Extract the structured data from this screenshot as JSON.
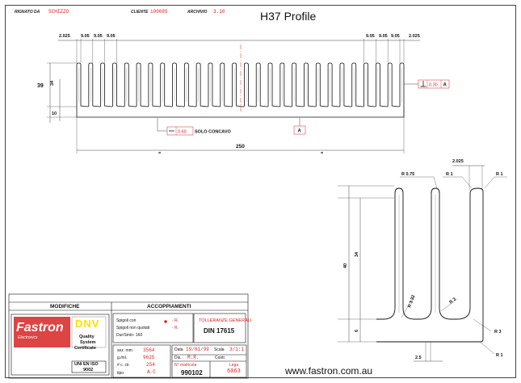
{
  "header": {
    "rignato_label": "RIGNATO DA",
    "rignato_value": "SCHIZZO",
    "cliente_label": "CLIENTE",
    "cliente_value": "100085",
    "archivio_label": "ARCHIVIO",
    "archivio_value": "3.10"
  },
  "title": "H37 Profile",
  "main_view": {
    "dims_left": [
      "2.025",
      "9.05",
      "9.05",
      "9.05"
    ],
    "dims_right": [
      "9.05",
      "9.05",
      "9.05",
      "2.025"
    ],
    "height_39": "39",
    "height_34": "34",
    "base_10": "10",
    "width_250": "250",
    "equal_sign": "=",
    "flatness_value": "0.60",
    "flatness_note": "SOLO CONCAVO",
    "datum": "A",
    "perp_value": "0.30",
    "perp_datum": "A"
  },
  "detail_view": {
    "top_dim": "2.025",
    "r_075": "R 0.75",
    "r1_a": "R 1",
    "r1_b": "R 1",
    "height_40": "40",
    "height_34": "34",
    "r_332": "R 3.32",
    "r_3_inner": "R 3",
    "r_3_outer": "R 3",
    "base_6": "6",
    "bottom_25": "2.5",
    "r1_bottom": "R 1"
  },
  "title_block": {
    "modifiche": "MODIFICHE",
    "accoppiamenti": "ACCOPPIAMENTI",
    "brand": "Fastron",
    "brand_sub": "Electronics",
    "dnv": "DNV",
    "quality": "Quality",
    "system": "System",
    "certificate": "Certificate",
    "uni_en_iso": "UNI EN ISO",
    "iso_number": "9002",
    "spigoli_con": "Spigoli con",
    "spigoli_con_val": "- R.",
    "spigoli_non": "Spigoli non quotati",
    "spigoli_non_val": "- R.",
    "dur": "Dur/Smin- 160",
    "tolleranze": "TOLLERANZE GENERALI",
    "din": "DIN 17615",
    "sez_label": "sez. mm",
    "sez_value": "3564",
    "gml_label": "g./ml.",
    "gml_value": "9625",
    "circ_label": "# c. cir.",
    "circ_value": "254",
    "tipo_label": "tipo",
    "tipo_value": "A-C",
    "data_label": "Data",
    "data_value": "19/01/99",
    "scala_label": "Scala",
    "scala_value": "3/1:1",
    "dis_label": "Dis.",
    "dis_value": "M.R.",
    "contr_label": "Contr.",
    "matricola_label": "N° matricola",
    "matricola_value": "990102",
    "lega_label": "Lega",
    "lega_value": "6063"
  },
  "url": "www.fastron.com.au"
}
